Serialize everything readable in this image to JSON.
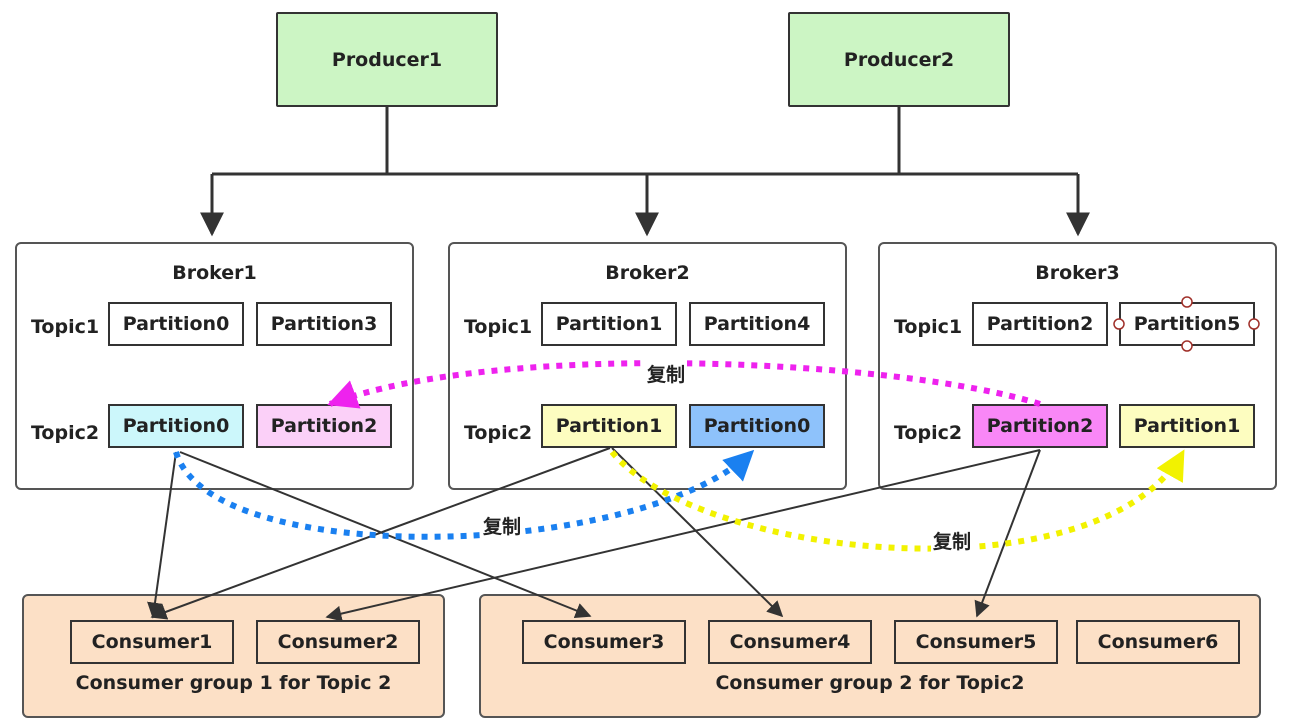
{
  "producers": [
    "Producer1",
    "Producer2"
  ],
  "brokers": [
    {
      "title": "Broker1",
      "topic1_label": "Topic1",
      "topic1_partitions": [
        "Partition0",
        "Partition3"
      ],
      "topic2_label": "Topic2",
      "topic2_partitions": [
        "Partition0",
        "Partition2"
      ]
    },
    {
      "title": "Broker2",
      "topic1_label": "Topic1",
      "topic1_partitions": [
        "Partition1",
        "Partition4"
      ],
      "topic2_label": "Topic2",
      "topic2_partitions": [
        "Partition1",
        "Partition0"
      ]
    },
    {
      "title": "Broker3",
      "topic1_label": "Topic1",
      "topic1_partitions": [
        "Partition2",
        "Partition5"
      ],
      "topic2_label": "Topic2",
      "topic2_partitions": [
        "Partition2",
        "Partition1"
      ]
    }
  ],
  "replication_label": "复制",
  "groups": [
    {
      "label": "Consumer group 1 for Topic 2",
      "consumers": [
        "Consumer1",
        "Consumer2"
      ]
    },
    {
      "label": "Consumer group 2 for Topic2",
      "consumers": [
        "Consumer3",
        "Consumer4",
        "Consumer5",
        "Consumer6"
      ]
    }
  ],
  "colors": {
    "producer_fill": "#ccf5c4",
    "consumer_fill": "#fce0c6",
    "partition_cyan": "#ccf7fb",
    "partition_pink_light": "#fbd0f8",
    "partition_yellow": "#fdfdc0",
    "partition_blue": "#8ec2fb",
    "partition_magenta": "#f987f7",
    "replica_magenta": "#ee22ee",
    "replica_blue": "#1a80f0",
    "replica_yellow": "#f2f200"
  }
}
